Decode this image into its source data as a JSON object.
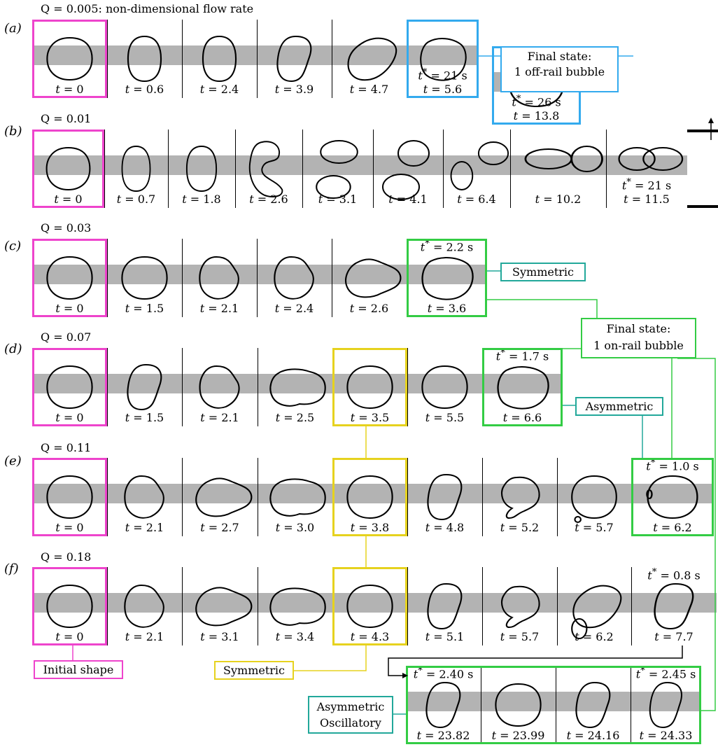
{
  "rows": [
    {
      "id": "a",
      "label": "(a)",
      "q": "Q = 0.005: non-dimensional flow rate",
      "frames": [
        {
          "t": "t = 0"
        },
        {
          "t": "t = 0.6"
        },
        {
          "t": "t = 2.4"
        },
        {
          "t": "t = 3.9"
        },
        {
          "t": "t = 4.7"
        },
        {
          "t": "t = 5.6",
          "tstar": "t* = 21 s"
        }
      ]
    },
    {
      "id": "b",
      "label": "(b)",
      "q": "Q = 0.01",
      "frames": [
        {
          "t": "t = 0"
        },
        {
          "t": "t = 0.7"
        },
        {
          "t": "t = 1.8"
        },
        {
          "t": "t = 2.6"
        },
        {
          "t": "t = 3.1"
        },
        {
          "t": "t = 4.1"
        },
        {
          "t": "t = 6.4"
        },
        {
          "t": "t = 10.2"
        },
        {
          "t": "t = 11.5",
          "tstar": "t* = 21 s"
        }
      ]
    },
    {
      "id": "c",
      "label": "(c)",
      "q": "Q = 0.03",
      "frames": [
        {
          "t": "t = 0"
        },
        {
          "t": "t = 1.5"
        },
        {
          "t": "t = 2.1"
        },
        {
          "t": "t = 2.4"
        },
        {
          "t": "t = 2.6"
        },
        {
          "t": "t = 3.6",
          "tstar": "t* = 2.2 s"
        }
      ]
    },
    {
      "id": "d",
      "label": "(d)",
      "q": "Q = 0.07",
      "frames": [
        {
          "t": "t = 0"
        },
        {
          "t": "t = 1.5"
        },
        {
          "t": "t = 2.1"
        },
        {
          "t": "t = 2.5"
        },
        {
          "t": "t = 3.5"
        },
        {
          "t": "t = 5.5"
        },
        {
          "t": "t = 6.6",
          "tstar": "t* = 1.7 s"
        }
      ]
    },
    {
      "id": "e",
      "label": "(e)",
      "q": "Q = 0.11",
      "frames": [
        {
          "t": "t = 0"
        },
        {
          "t": "t = 2.1"
        },
        {
          "t": "t = 2.7"
        },
        {
          "t": "t = 3.0"
        },
        {
          "t": "t = 3.8"
        },
        {
          "t": "t = 4.8"
        },
        {
          "t": "t = 5.2"
        },
        {
          "t": "t = 5.7"
        },
        {
          "t": "t = 6.2",
          "tstar": "t* = 1.0 s"
        }
      ]
    },
    {
      "id": "f",
      "label": "(f)",
      "q": "Q = 0.18",
      "frames": [
        {
          "t": "t = 0"
        },
        {
          "t": "t = 2.1"
        },
        {
          "t": "t = 3.1"
        },
        {
          "t": "t = 3.4"
        },
        {
          "t": "t = 4.3"
        },
        {
          "t": "t = 5.1"
        },
        {
          "t": "t = 5.7"
        },
        {
          "t": "t = 6.2"
        },
        {
          "t": "t = 7.7",
          "tstar": "t* = 0.8 s"
        }
      ]
    }
  ],
  "extra_a": {
    "t": "t = 13.8",
    "tstar": "t* = 26 s"
  },
  "osc_frames": [
    {
      "t": "t = 23.82",
      "tstar": "t* = 2.40 s"
    },
    {
      "t": "t = 23.99"
    },
    {
      "t": "t = 24.16"
    },
    {
      "t": "t = 24.33",
      "tstar": "t* = 2.45 s"
    }
  ],
  "annotations": {
    "final_offrail_1": "Final state:",
    "final_offrail_2": "1 off-rail bubble",
    "final_onrail_1": "Final state:",
    "final_onrail_2": "1 on-rail bubble",
    "symmetric_c": "Symmetric",
    "asymmetric_d": "Asymmetric",
    "initial_shape": "Initial shape",
    "symmetric_f": "Symmetric",
    "asym_osc_1": "Asymmetric",
    "asym_osc_2": "Oscillatory"
  },
  "colors": {
    "initial": "#ee44cc",
    "offrail": "#33aaee",
    "onrail": "#33cc44",
    "symmetric": "#e6d21e",
    "asym": "#22a89a"
  }
}
